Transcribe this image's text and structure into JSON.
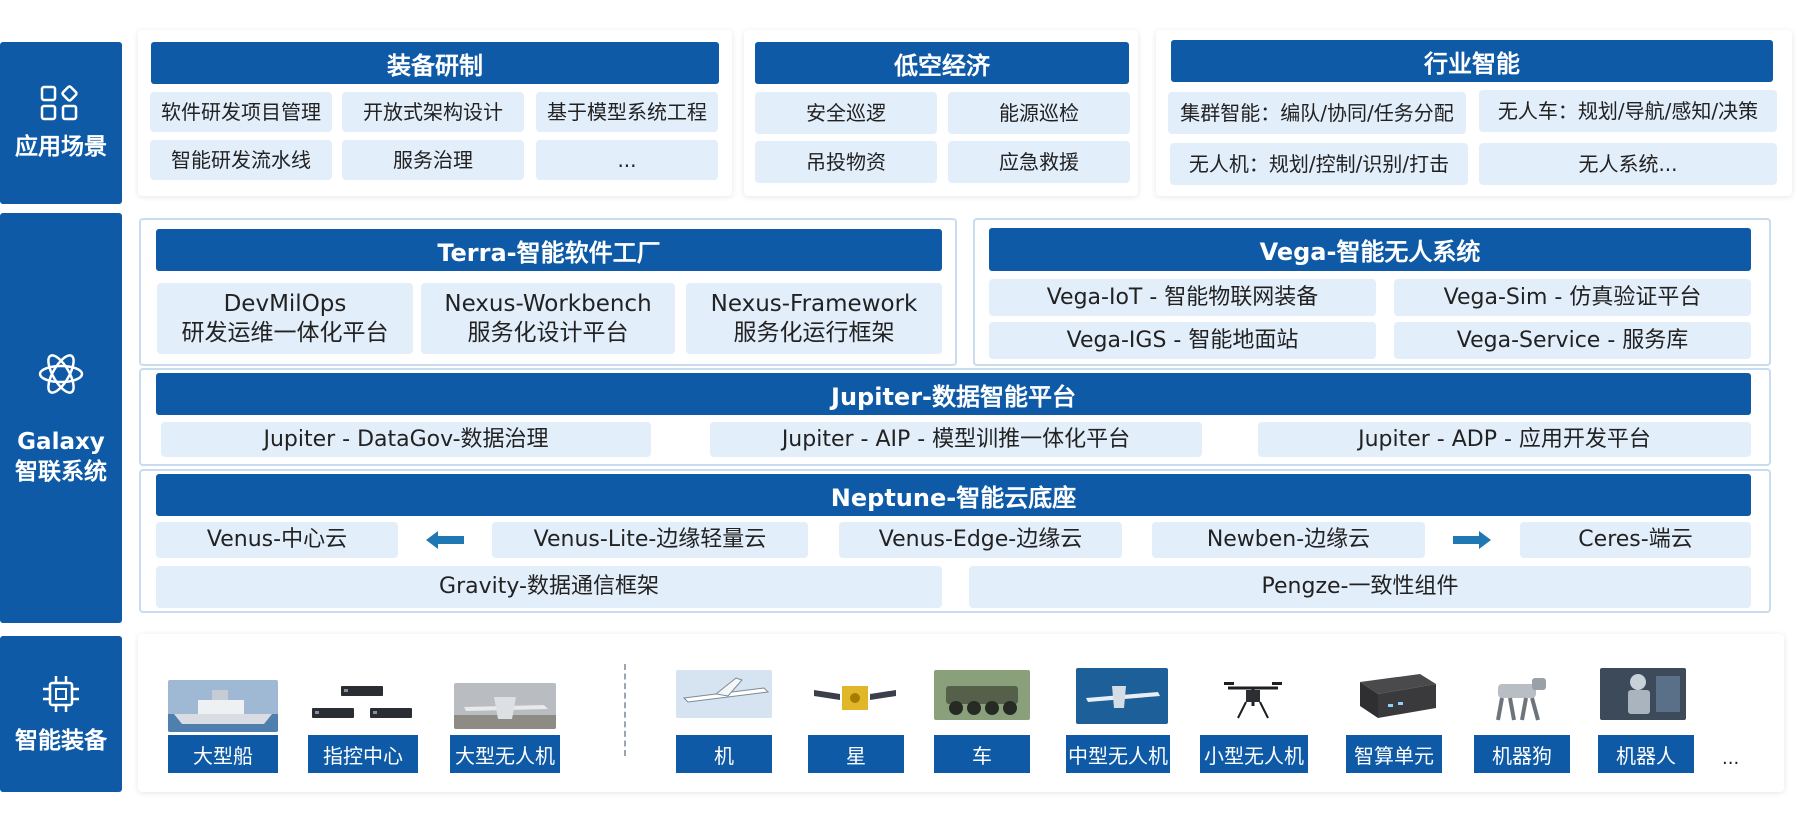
{
  "sides": {
    "app": "应用场景",
    "galaxy_1": "Galaxy",
    "galaxy_2": "智联系统",
    "equip": "智能装备"
  },
  "apps": {
    "equip_dev": {
      "title": "装备研制",
      "items": [
        "软件研发项目管理",
        "开放式架构设计",
        "基于模型系统工程",
        "智能研发流水线",
        "服务治理",
        "..."
      ]
    },
    "low_alt": {
      "title": "低空经济",
      "items": [
        "安全巡逻",
        "能源巡检",
        "吊投物资",
        "应急救援"
      ]
    },
    "industry": {
      "title": "行业智能",
      "items": [
        "集群智能：编队/协同/任务分配",
        "无人车：规划/导航/感知/决策",
        "无人机：规划/控制/识别/打击",
        "无人系统..."
      ]
    }
  },
  "terra": {
    "title": "Terra-智能软件工厂",
    "items": [
      {
        "l1": "DevMilOps",
        "l2": "研发运维一体化平台"
      },
      {
        "l1": "Nexus-Workbench",
        "l2": "服务化设计平台"
      },
      {
        "l1": "Nexus-Framework",
        "l2": "服务化运行框架"
      }
    ]
  },
  "vega": {
    "title": "Vega-智能无人系统",
    "items": [
      "Vega-IoT - 智能物联网装备",
      "Vega-Sim - 仿真验证平台",
      "Vega-IGS - 智能地面站",
      "Vega-Service - 服务库"
    ]
  },
  "jupiter": {
    "title": "Jupiter-数据智能平台",
    "items": [
      "Jupiter - DataGov-数据治理",
      "Jupiter - AIP - 模型训推一体化平台",
      "Jupiter - ADP - 应用开发平台"
    ]
  },
  "neptune": {
    "title": "Neptune-智能云底座",
    "row1": [
      "Venus-中心云",
      "Venus-Lite-边缘轻量云",
      "Venus-Edge-边缘云",
      "Newben-边缘云",
      "Ceres-端云"
    ],
    "row2": [
      "Gravity-数据通信框架",
      "Pengze-一致性组件"
    ]
  },
  "equipment": {
    "labels": [
      "大型船",
      "指控中心",
      "大型无人机",
      "机",
      "星",
      "车",
      "中型无人机",
      "小型无人机",
      "智算单元",
      "机器狗",
      "机器人"
    ],
    "more": "..."
  },
  "colors": {
    "primary": "#0e5aa6",
    "cell": "#e3eefb",
    "outline": "#c9dcef",
    "arrow": "#1f78b4"
  }
}
